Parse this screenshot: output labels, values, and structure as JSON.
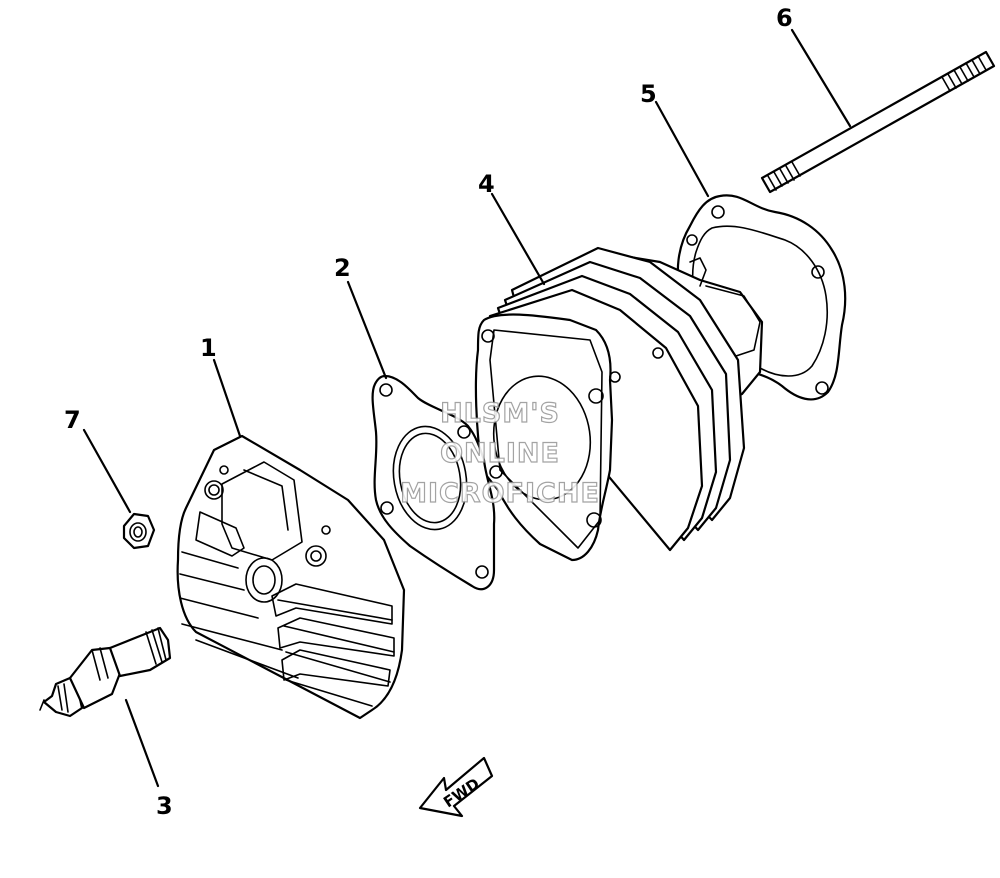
{
  "callouts": {
    "n1": "1",
    "n2": "2",
    "n3": "3",
    "n4": "4",
    "n5": "5",
    "n6": "6",
    "n7": "7"
  },
  "fwd_label": "FWD",
  "watermark": {
    "line1": "HLSM'S",
    "line2": "ONLINE",
    "line3": "MICROFICHE"
  }
}
